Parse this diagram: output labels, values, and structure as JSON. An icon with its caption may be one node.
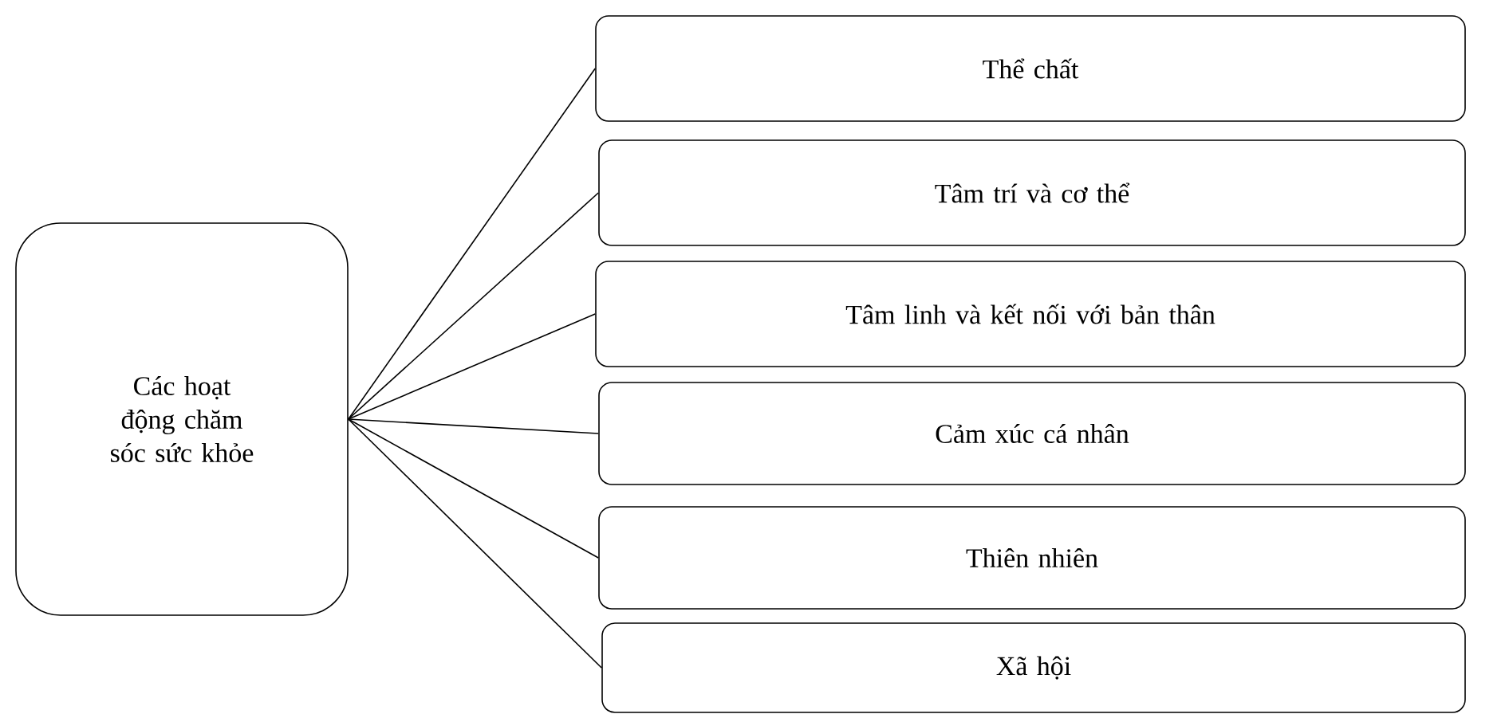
{
  "diagram": {
    "nodes": [
      {
        "text": [
          "Các hoạt động chăm sóc sức khỏe"
        ]
      },
      {
        "text": [
          "Thể chất"
        ]
      },
      {
        "text": [
          "Tâm trí và cơ thể"
        ]
      },
      {
        "text": [
          "Tâm linh và kết nối với bản thân"
        ]
      },
      {
        "text": [
          "Cảm xúc cá nhân"
        ]
      },
      {
        "text": [
          "Thiên nhiên"
        ]
      },
      {
        "text": [
          "Xã hội"
        ]
      }
    ],
    "edges": [
      {
        "from": 0,
        "to": 1,
        "arrow": "none"
      },
      {
        "from": 0,
        "to": 2,
        "arrow": "none"
      },
      {
        "from": 0,
        "to": 3,
        "arrow": "none"
      },
      {
        "from": 0,
        "to": 4,
        "arrow": "none"
      },
      {
        "from": 0,
        "to": 5,
        "arrow": "none"
      },
      {
        "from": 0,
        "to": 6,
        "arrow": "none"
      }
    ]
  }
}
